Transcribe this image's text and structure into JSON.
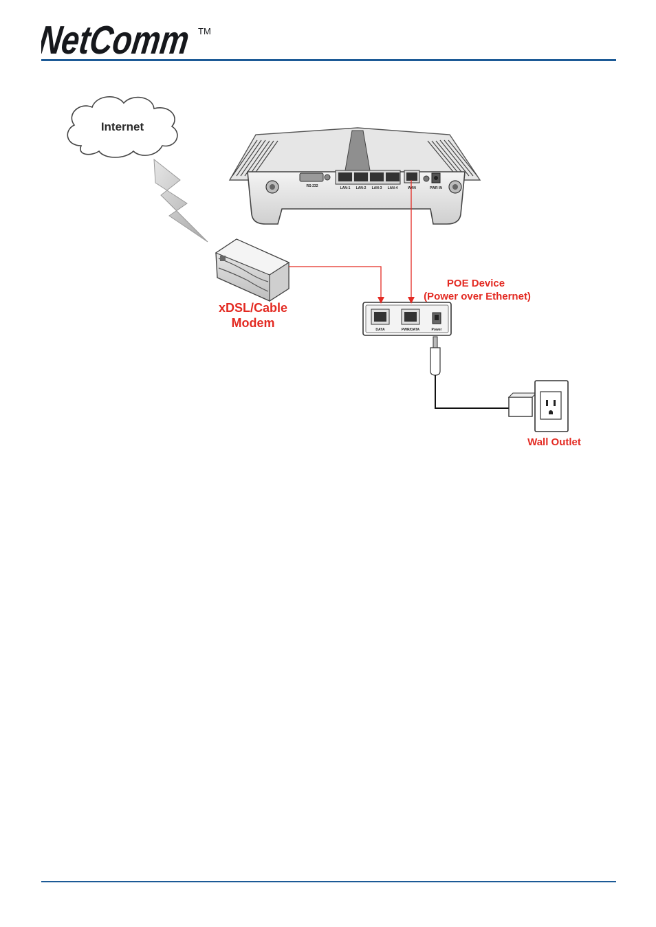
{
  "header": {
    "brand_text": "NetComm",
    "trademark": "TM",
    "rule_color": "#1c5a96"
  },
  "diagram": {
    "internet_label": "Internet",
    "modem_label_line1": "xDSL/Cable",
    "modem_label_line2": "Modem",
    "poe_label_line1": "POE Device",
    "poe_label_line2": "(Power over Ethernet)",
    "wall_outlet_label": "Wall Outlet",
    "poe_ports": {
      "data": "DATA",
      "pwr_data": "PWR/DATA",
      "power": "Power"
    },
    "router_ports": {
      "rs232": "RS-232",
      "lan1": "LAN-1",
      "lan2": "LAN-2",
      "lan3": "LAN-3",
      "lan4": "LAN-4",
      "wan": "WAN",
      "pwr": "PWR IN"
    },
    "cable_color": "#e32a22",
    "label_color": "#e32a22"
  }
}
